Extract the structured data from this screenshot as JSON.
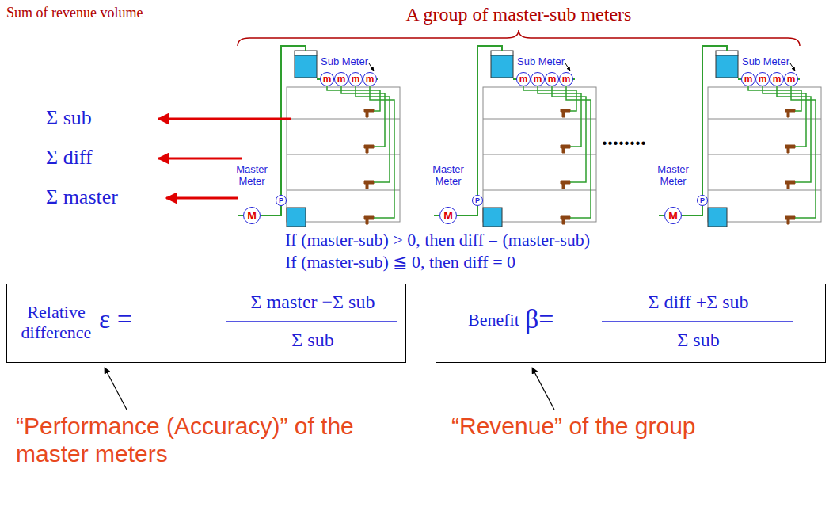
{
  "diagram": {
    "nodes": [
      {
        "text": [
          "m"
        ]
      },
      {
        "text": [
          "m"
        ]
      },
      {
        "text": [
          "m"
        ]
      },
      {
        "text": [
          "m"
        ]
      },
      {
        "text": [
          "M"
        ]
      },
      {
        "text": [
          "P"
        ]
      },
      {
        "text": [
          "m"
        ]
      },
      {
        "text": [
          "m"
        ]
      },
      {
        "text": [
          "m"
        ]
      },
      {
        "text": [
          "m"
        ]
      },
      {
        "text": [
          "M"
        ]
      },
      {
        "text": [
          "P"
        ]
      },
      {
        "text": [
          "m"
        ]
      },
      {
        "text": [
          "m"
        ]
      },
      {
        "text": [
          "m"
        ]
      },
      {
        "text": [
          "m"
        ]
      },
      {
        "text": [
          "M"
        ]
      },
      {
        "text": [
          "P"
        ]
      },
      {
        "text": [
          "Relative difference",
          "ε =",
          "Σ master −Σ sub",
          "Σ sub"
        ]
      },
      {
        "text": [
          "Benefit",
          "β=",
          "Σ diff +Σ sub",
          "Σ sub"
        ]
      }
    ],
    "edges": [
      {
        "from": 4,
        "to": 5,
        "arrow": "none"
      },
      {
        "from": 10,
        "to": 11,
        "arrow": "none"
      },
      {
        "from": 16,
        "to": 17,
        "arrow": "none"
      }
    ],
    "labels": [
      "Sum of revenue volume",
      "A group of master-sub meters",
      "Σ sub",
      "Σ diff",
      "Σ master",
      "Sub Meter",
      "Sub Meter",
      "Sub Meter",
      "Master Meter",
      "Master Meter",
      "Master Meter",
      "........",
      "If (master-sub) > 0, then diff = (master-sub)",
      "If (master-sub) ≦ 0, then diff = 0",
      "“Performance (Accuracy)” of the master meters",
      "“Revenue” of the group"
    ]
  }
}
